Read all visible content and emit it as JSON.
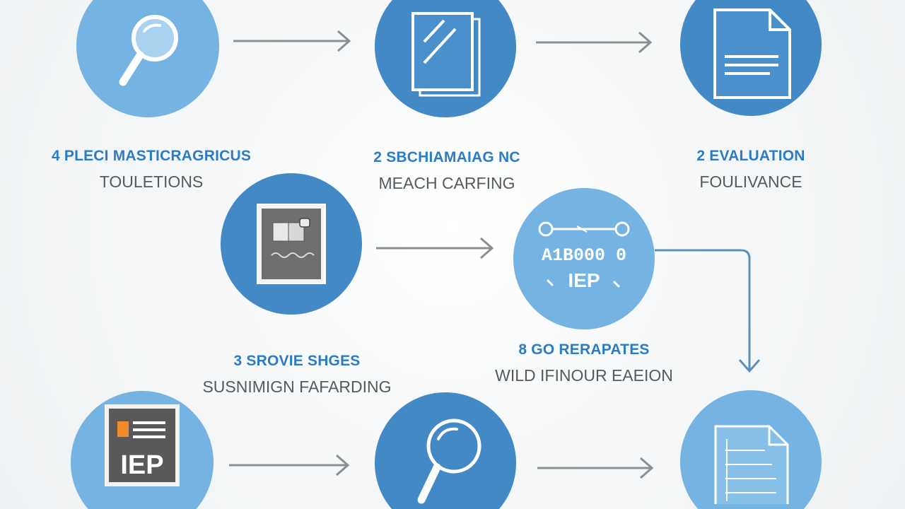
{
  "theme": {
    "circle_dark": "#4289c6",
    "circle_light": "#74b3e2",
    "title_color": "#2c7cc4",
    "subtitle_color": "#555a5f",
    "arrow_color": "#8a8f94",
    "connector_color": "#5d8fbd"
  },
  "nodes": [
    {
      "icon": "magnifier-icon"
    },
    {
      "icon": "document-stack-icon"
    },
    {
      "icon": "text-document-icon"
    },
    {
      "icon": "picture-frame-icon"
    },
    {
      "icon": "circuit-code-icon"
    },
    {
      "icon": "iep-document-icon",
      "icon_text": "IEP"
    },
    {
      "icon": "magnifier-icon"
    },
    {
      "icon": "checklist-document-icon"
    }
  ],
  "labels": [
    {
      "title": "4  PLECI MASTICRAGRICUS",
      "subtitle": "TOULETIONS"
    },
    {
      "title": "2  SBCHIAMAIAG NC",
      "subtitle": "MEACH CARFING"
    },
    {
      "title": "2  EVALUATION",
      "subtitle": "FOULIVANCE"
    },
    {
      "title": "3  SROVIE  SHGES",
      "subtitle": "SUSNIMIGN FAFARDING"
    },
    {
      "title": "8  GO RERAPATES",
      "subtitle": "WILD IFINOUR EAEION"
    }
  ],
  "circuit_icon_text": {
    "row1": "A1B000 0",
    "row2": "IEP"
  }
}
